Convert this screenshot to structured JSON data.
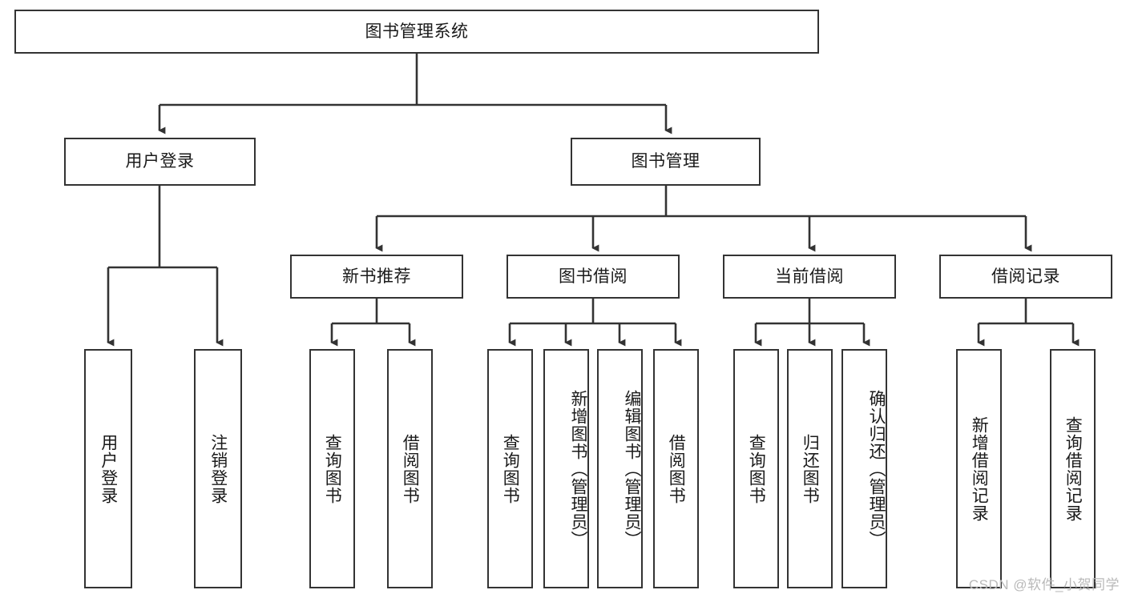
{
  "diagram": {
    "title": "图书管理系统",
    "type": "tree-hierarchy",
    "root": {
      "label": "图书管理系统"
    },
    "level2": [
      {
        "label": "用户登录"
      },
      {
        "label": "图书管理"
      }
    ],
    "level3": [
      {
        "label": "新书推荐"
      },
      {
        "label": "图书借阅"
      },
      {
        "label": "当前借阅"
      },
      {
        "label": "借阅记录"
      }
    ],
    "leaves": {
      "user_login": [
        {
          "label": "用户登录"
        },
        {
          "label": "注销登录"
        }
      ],
      "new_book_recommend": [
        {
          "label": "查询图书"
        },
        {
          "label": "借阅图书"
        }
      ],
      "book_borrow": [
        {
          "label": "查询图书"
        },
        {
          "label": "新增图书（管理员）"
        },
        {
          "label": "编辑图书（管理员）"
        },
        {
          "label": "借阅图书"
        }
      ],
      "current_borrow": [
        {
          "label": "查询图书"
        },
        {
          "label": "归还图书"
        },
        {
          "label": "确认归还（管理员）"
        }
      ],
      "borrow_record": [
        {
          "label": "新增借阅记录"
        },
        {
          "label": "查询借阅记录"
        }
      ]
    },
    "watermark": "CSDN @软件_小贺同学",
    "colors": {
      "stroke": "#333333",
      "fill": "#ffffff",
      "text": "#1a1a1a",
      "watermark": "#b9b9b9"
    }
  }
}
